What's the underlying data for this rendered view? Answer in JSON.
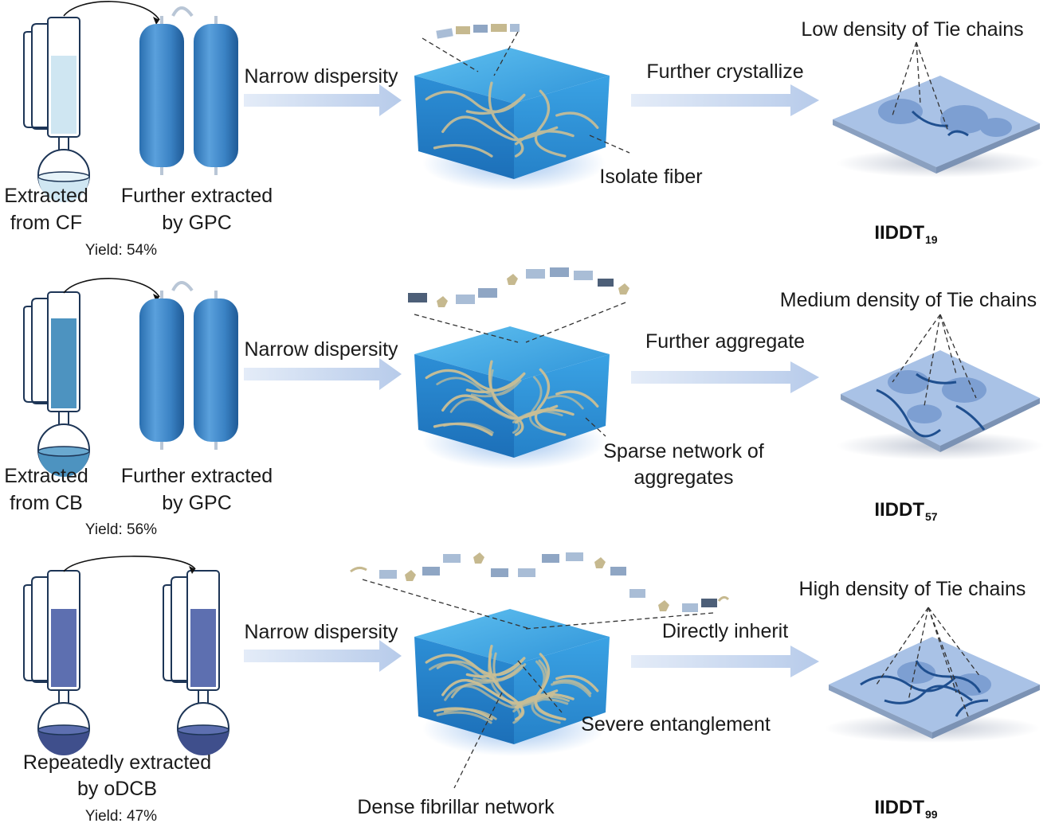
{
  "colors": {
    "arrow": "#c9d8ef",
    "column": "#3d82c2",
    "cube": "#3fa6e4",
    "fiber": "#cbbf95",
    "film": "#a9c2e6",
    "tie_chain": "#1f4f8f"
  },
  "rows": [
    {
      "extraction_label": [
        "Extracted",
        "from CF"
      ],
      "second_label": [
        "Further extracted",
        "by GPC"
      ],
      "yield": "Yield: 54%",
      "process": "Narrow dispersity",
      "fiber_note": [
        "Isolate fiber"
      ],
      "step": "Further crystallize",
      "tie_chain_label": "Low density of Tie chains",
      "product": "IIDDT",
      "product_sub": "19"
    },
    {
      "extraction_label": [
        "Extracted",
        "from CB"
      ],
      "second_label": [
        "Further extracted",
        "by GPC"
      ],
      "yield": "Yield: 56%",
      "process": "Narrow dispersity",
      "fiber_note": [
        "Sparse network of",
        "aggregates"
      ],
      "step": "Further aggregate",
      "tie_chain_label": "Medium density of Tie chains",
      "product": "IIDDT",
      "product_sub": "57"
    },
    {
      "extraction_label": [
        "Repeatedly extracted",
        "by oDCB"
      ],
      "yield": "Yield: 47%",
      "process": "Narrow dispersity",
      "fiber_note": [
        "Severe entanglement"
      ],
      "fiber_note_2": "Dense fibrillar network",
      "step": "Directly inherit",
      "tie_chain_label": "High density of Tie chains",
      "product": "IIDDT",
      "product_sub": "99"
    }
  ]
}
